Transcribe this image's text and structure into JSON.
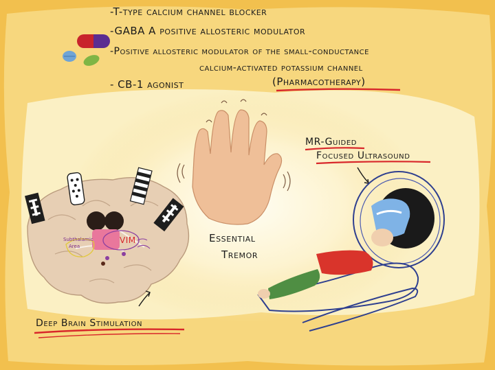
{
  "medications": [
    "-T-type calcium channel blocker",
    "-GABA A positive allosteric modulator",
    "-Positive allosteric modulator of the small-conductance",
    "calcium-activated potassium channel",
    "- CB-1 agonist"
  ],
  "pharmacotherapy_label": "(Pharmacotherapy)",
  "center_label_line1": "Essential",
  "center_label_line2": "Tremor",
  "dbs_label": "Deep Brain Stimulation",
  "mrgfus_line1": "MR-Guided",
  "mrgfus_line2": "Focused Ultrasound",
  "brain_labels": {
    "subthalamic": "Subthalamic",
    "area": "Area",
    "vim": "VIM"
  },
  "colors": {
    "background": "#f2c04e",
    "parchment": "#fbf0c4",
    "underline": "#d8262a",
    "brain": "#e7cfb4",
    "hand": "#efbf98",
    "pill_red": "#c8242c",
    "pill_purple": "#5b2d91",
    "pill_blue": "#6fa4d6",
    "pill_green": "#7fb545",
    "scanner_ring": "#2e3f8f",
    "patient_shirt": "#d9342b",
    "patient_pants": "#4f8e43"
  },
  "icons": [
    "capsule-pill-icon",
    "round-pill-icon",
    "hand-icon",
    "brain-icon",
    "electrode-icon",
    "mri-scanner-icon"
  ]
}
